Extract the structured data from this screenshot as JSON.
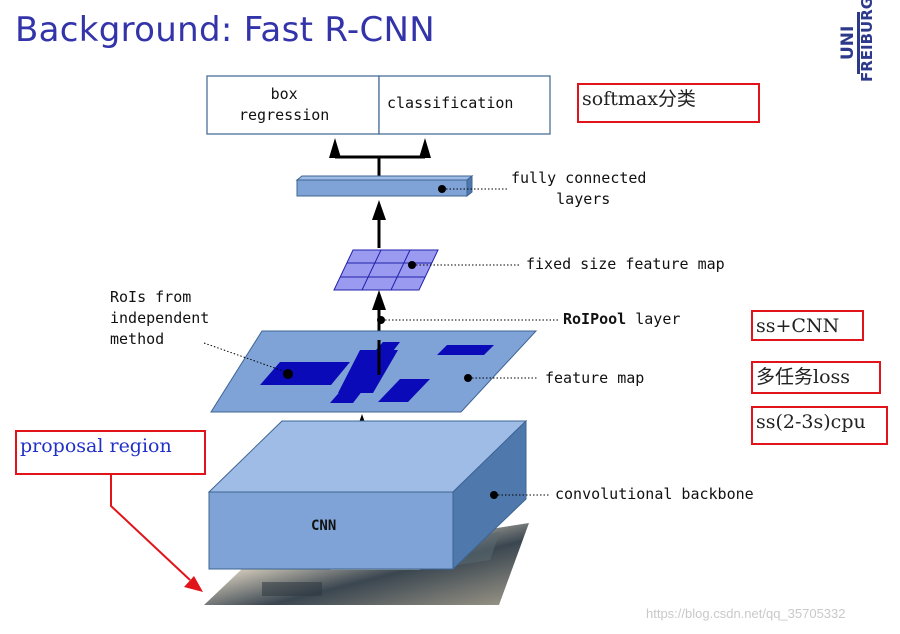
{
  "title": "Background: Fast R-CNN",
  "logo": {
    "line1": "UNI",
    "line2": "FREIBURG"
  },
  "heads": {
    "box": "box\nregression",
    "cls": "classification"
  },
  "labels": {
    "fc": "fully connected\n     layers",
    "fixed": "fixed size feature map",
    "rois": "RoIs from\nindependent\nmethod",
    "roipool_bold": "RoIPool",
    "roipool_rest": " layer",
    "feature_map": "feature map",
    "cnn": "CNN",
    "backbone": "convolutional backbone"
  },
  "notes": {
    "softmax": "softmax分类",
    "ss_cnn": "ss+CNN",
    "multitask": "多任务loss",
    "ss_time": "ss(2-3s)cpu",
    "proposal": "proposal region"
  },
  "watermark": "https://blog.csdn.net/qq_35705332",
  "colors": {
    "title": "#3333aa",
    "plane": "#7fa3d6",
    "dark_box": "#0a0ab8",
    "grid": "#9a9af0",
    "red": "#e0141a"
  }
}
